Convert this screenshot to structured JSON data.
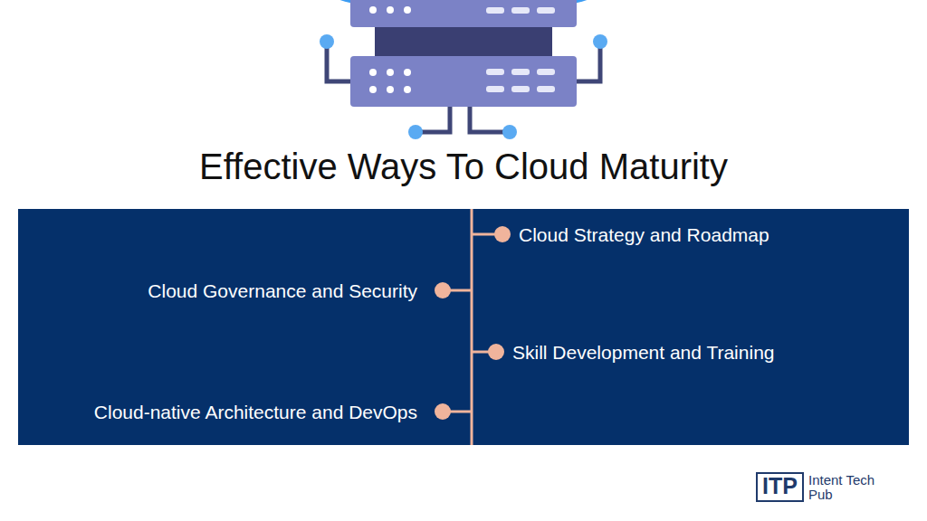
{
  "diagram": {
    "title": "Effective Ways To Cloud Maturity",
    "nodes": [
      {
        "text": [
          "Cloud Strategy and Roadmap",
          "Cloud Governance and Security",
          "Skill Development and Training",
          "Cloud-native Architecture and DevOps"
        ]
      },
      {
        "text": [
          "ITP",
          "Intent Tech Pub"
        ]
      }
    ]
  }
}
